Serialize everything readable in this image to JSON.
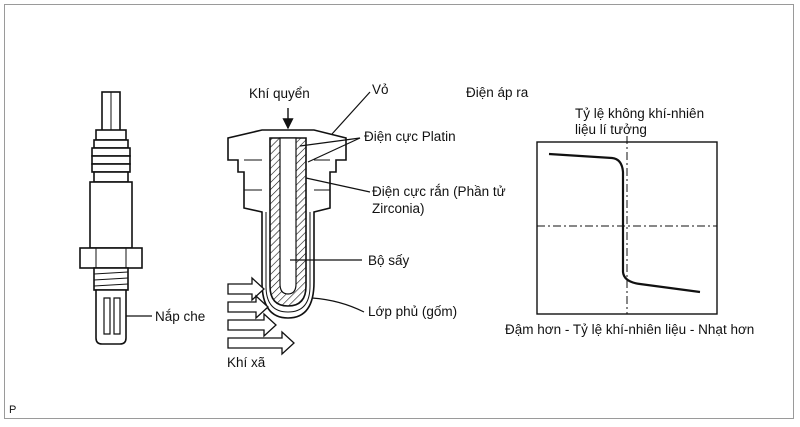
{
  "labels": {
    "atmosphere": "Khí quyển",
    "housing": "Vỏ",
    "platinum_electrode": "Điện cực Platin",
    "solid_electrode_line1": "Điện cực rắn (Phần tử",
    "solid_electrode_line2": "Zirconia)",
    "heater": "Bộ sấy",
    "coating": "Lớp phủ (gốm)",
    "cover": "Nắp che",
    "exhaust": "Khí xã",
    "output_voltage": "Điện áp ra",
    "ideal_ratio_line1": "Tỷ lệ không khí-nhiên",
    "ideal_ratio_line2": "liệu lí tưởng",
    "xaxis": "Đậm hơn - Tỷ lệ khí-nhiên liệu - Nhạt hơn",
    "corner": "P"
  },
  "colors": {
    "line": "#111111",
    "background": "#ffffff",
    "frame": "#9a9a9a"
  },
  "curve": {
    "description_levels": {
      "rich_voltage": "high",
      "lean_voltage": "low"
    },
    "switch_at": "ideal air-fuel ratio"
  }
}
